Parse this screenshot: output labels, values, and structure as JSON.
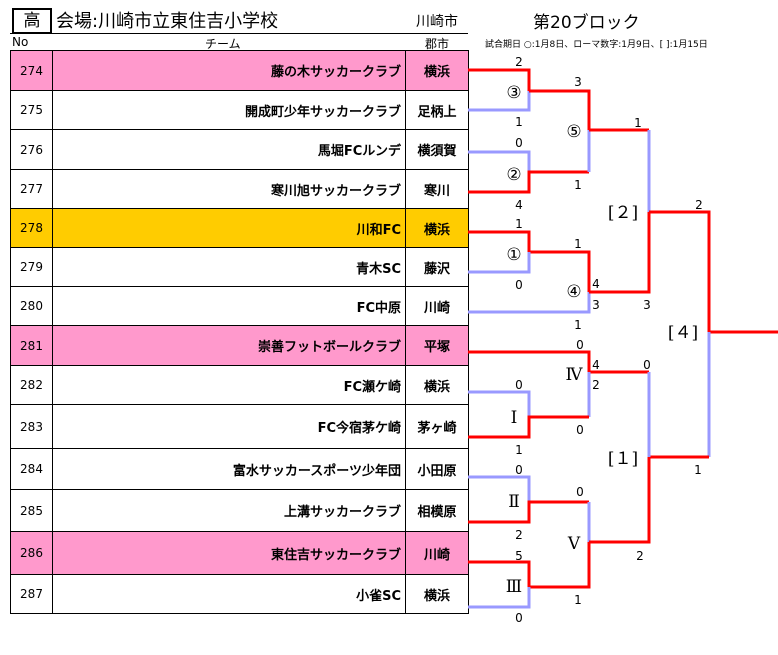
{
  "header": {
    "grade": "高",
    "venue": "会場:川崎市立東住吉小学校",
    "city": "川崎市",
    "block": "第20ブロック",
    "col_no": "No",
    "col_team": "チーム",
    "col_city": "郡市",
    "note": "試合期日 ○:1月8日、ローマ数字:1月9日、[ ]:1月15日"
  },
  "colors": {
    "pink": "#ff99cc",
    "gold": "#ffcc00",
    "win": "#ff0000",
    "lose": "#9999ff"
  },
  "teams": [
    {
      "no": "274",
      "name": "藤の木サッカークラブ",
      "city": "横浜",
      "hl": "pink"
    },
    {
      "no": "275",
      "name": "開成町少年サッカークラブ",
      "city": "足柄上",
      "hl": ""
    },
    {
      "no": "276",
      "name": "馬堀FCルンデ",
      "city": "横須賀",
      "hl": ""
    },
    {
      "no": "277",
      "name": "寒川旭サッカークラブ",
      "city": "寒川",
      "hl": ""
    },
    {
      "no": "278",
      "name": "川和FC",
      "city": "横浜",
      "hl": "gold"
    },
    {
      "no": "279",
      "name": "青木SC",
      "city": "藤沢",
      "hl": ""
    },
    {
      "no": "280",
      "name": "FC中原",
      "city": "川崎",
      "hl": ""
    },
    {
      "no": "281",
      "name": "崇善フットボールクラブ",
      "city": "平塚",
      "hl": "pink"
    },
    {
      "no": "282",
      "name": "FC瀬ケ崎",
      "city": "横浜",
      "hl": ""
    },
    {
      "no": "283",
      "name": "FC今宿茅ケ崎",
      "city": "茅ヶ崎",
      "hl": ""
    },
    {
      "no": "284",
      "name": "富水サッカースポーツ少年団",
      "city": "小田原",
      "hl": ""
    },
    {
      "no": "285",
      "name": "上溝サッカークラブ",
      "city": "相模原",
      "hl": ""
    },
    {
      "no": "286",
      "name": "東住吉サッカークラブ",
      "city": "川崎",
      "hl": "pink"
    },
    {
      "no": "287",
      "name": "小雀SC",
      "city": "横浜",
      "hl": ""
    }
  ],
  "bracket": {
    "marks": [
      "③",
      "②",
      "⑤",
      "①",
      "④",
      "[２]",
      "[４]",
      "Ⅳ",
      "Ⅰ",
      "Ⅱ",
      "Ⅴ",
      "Ⅲ",
      "[１]"
    ],
    "scores": [
      "2",
      "1",
      "0",
      "4",
      "3",
      "1",
      "1",
      "1",
      "0",
      "1",
      "4",
      "3",
      "3",
      "1",
      "2",
      "0",
      "4",
      "2",
      "0",
      "0",
      "0",
      "1",
      "0",
      "2",
      "0",
      "2",
      "5",
      "0",
      "1",
      "1"
    ]
  }
}
